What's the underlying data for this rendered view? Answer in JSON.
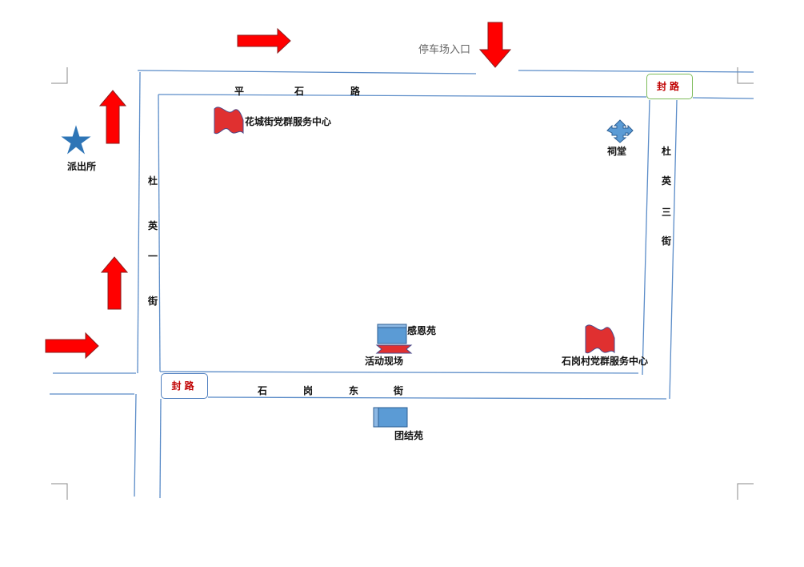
{
  "parking_entrance": "停车场入口",
  "roads": {
    "pingshi": [
      "平",
      "石",
      "路"
    ],
    "shigang_dong": [
      "石",
      "岗",
      "东",
      "街"
    ],
    "duying_yi": [
      "杜",
      "英",
      "一",
      "街"
    ],
    "duying_san": [
      "杜",
      "英",
      "三",
      "街"
    ]
  },
  "road_closures": [
    {
      "id": "closure-northeast",
      "text": "封路"
    },
    {
      "id": "closure-southwest",
      "text": "封路"
    }
  ],
  "places": {
    "police_station": "派出所",
    "huacheng_center": "花城街党群服务中心",
    "ancestral_hall": "祠堂",
    "ganen_yuan": "感恩苑",
    "event_site": "活动现场",
    "shigang_center": "石岗村党群服务中心",
    "tuanjie_yuan": "团结苑"
  },
  "icons": {
    "arrow": "red-block-arrow-icon",
    "police": "blue-star-icon",
    "flag": "red-wave-flag-icon",
    "hall": "blue-diamond-arrows-icon",
    "building": "blue-box-icon",
    "event": "red-ribbon-icon"
  },
  "colors": {
    "road_line": "#5b8cc8",
    "arrow_fill": "#ff0000",
    "arrow_stroke": "#8b1d1d",
    "closure_text": "#c00000",
    "icon_blue": "#5b9bd5"
  }
}
